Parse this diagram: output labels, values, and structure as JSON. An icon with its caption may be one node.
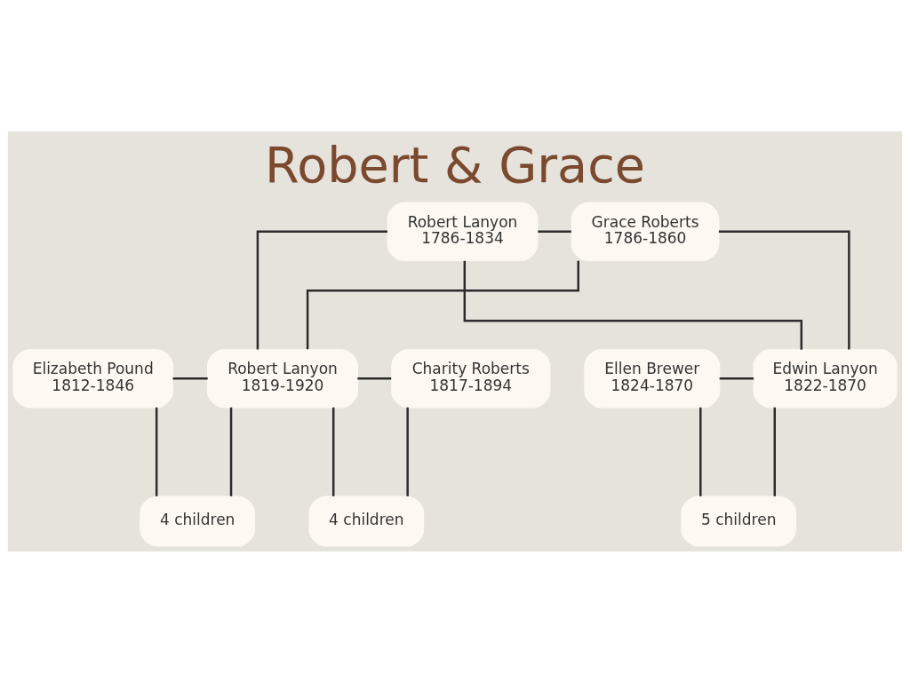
{
  "diagram": {
    "title": "Robert & Grace",
    "nodes": [
      {
        "text": [
          "Robert Lanyon",
          "1786-1834"
        ]
      },
      {
        "text": [
          "Grace Roberts",
          "1786-1860"
        ]
      },
      {
        "text": [
          "Elizabeth Pound",
          "1812-1846"
        ]
      },
      {
        "text": [
          "Robert Lanyon",
          "1819-1920"
        ]
      },
      {
        "text": [
          "Charity Roberts",
          "1817-1894"
        ]
      },
      {
        "text": [
          "Ellen Brewer",
          "1824-1870"
        ]
      },
      {
        "text": [
          "Edwin Lanyon",
          "1822-1870"
        ]
      },
      {
        "text": [
          "4 children"
        ]
      },
      {
        "text": [
          "4 children"
        ]
      },
      {
        "text": [
          "5 children"
        ]
      }
    ],
    "edges": [
      {
        "from": 0,
        "to": 1,
        "arrow": "none"
      },
      {
        "from": 0,
        "to": 3,
        "arrow": "none"
      },
      {
        "from": 1,
        "to": 3,
        "arrow": "none"
      },
      {
        "from": 0,
        "to": 6,
        "arrow": "none"
      },
      {
        "from": 1,
        "to": 6,
        "arrow": "none"
      },
      {
        "from": 2,
        "to": 3,
        "arrow": "none"
      },
      {
        "from": 3,
        "to": 4,
        "arrow": "none"
      },
      {
        "from": 5,
        "to": 6,
        "arrow": "none"
      },
      {
        "from": 2,
        "to": 7,
        "arrow": "none"
      },
      {
        "from": 3,
        "to": 7,
        "arrow": "none"
      },
      {
        "from": 3,
        "to": 8,
        "arrow": "none"
      },
      {
        "from": 4,
        "to": 8,
        "arrow": "none"
      },
      {
        "from": 5,
        "to": 9,
        "arrow": "none"
      },
      {
        "from": 6,
        "to": 9,
        "arrow": "none"
      }
    ]
  }
}
